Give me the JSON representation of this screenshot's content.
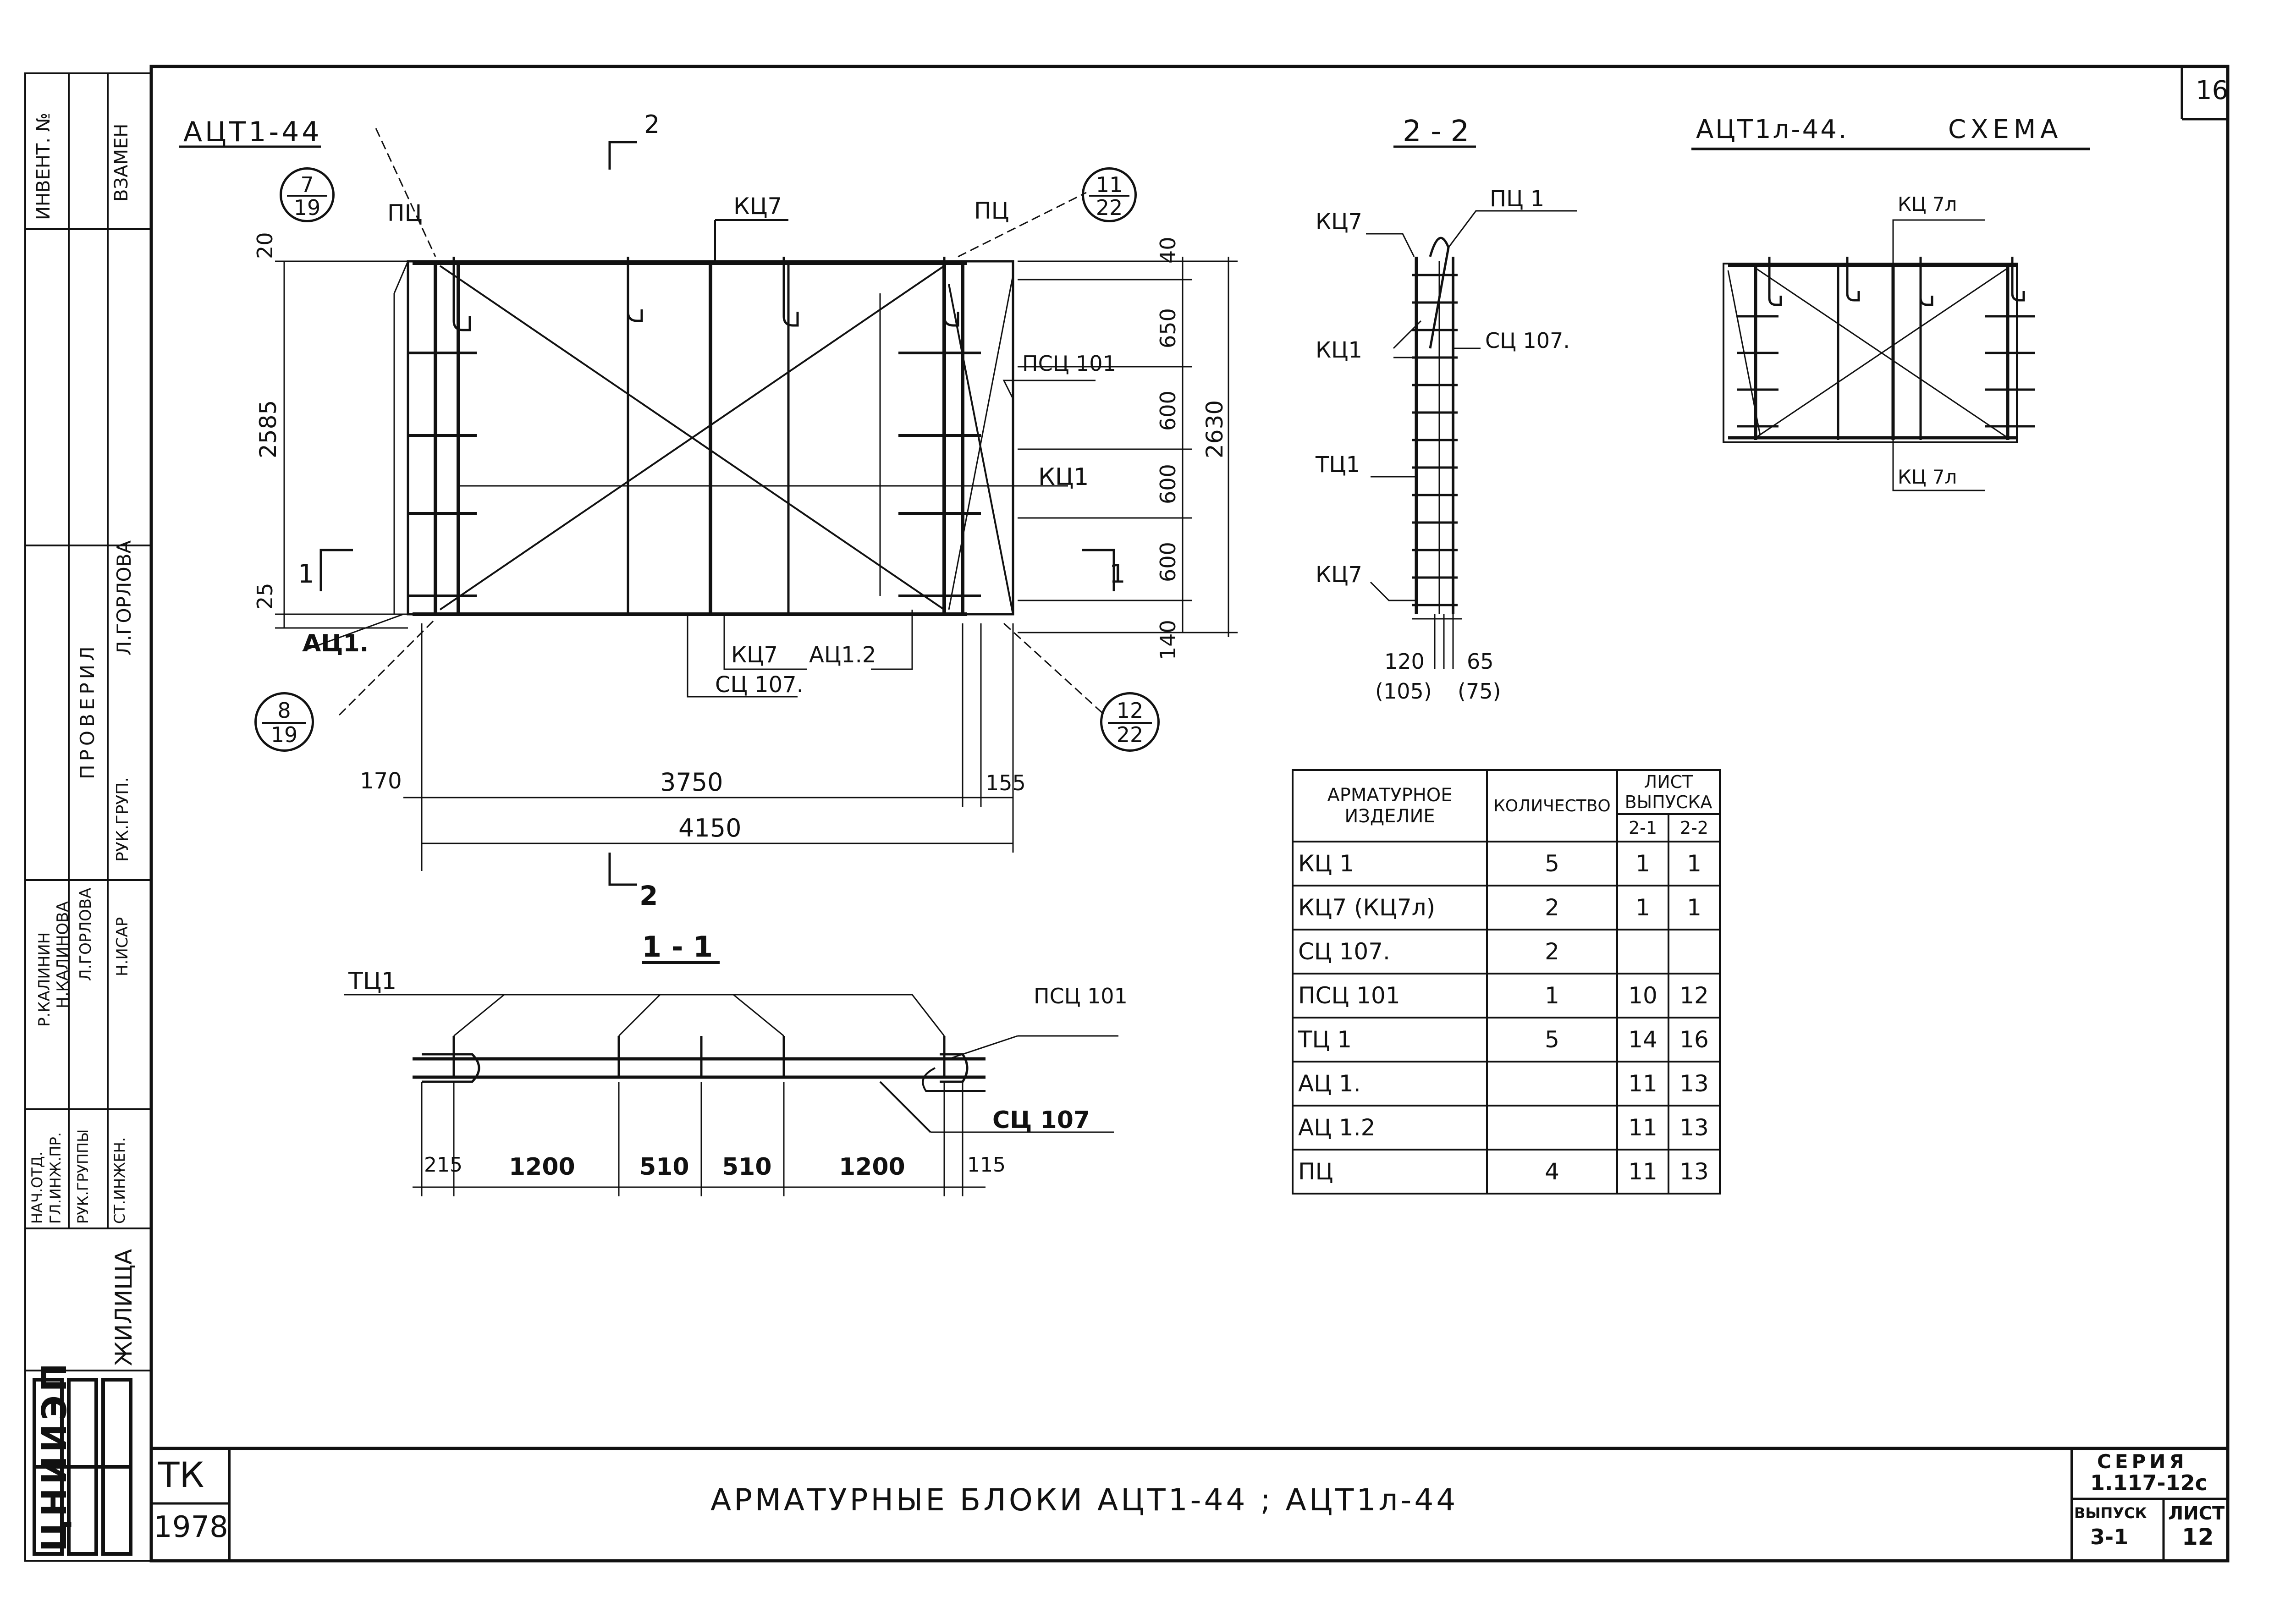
{
  "corner_sheet": "16",
  "views": {
    "main": "АЦТ1-44",
    "section_22": "2 - 2",
    "scheme": "АЦТ1л-44.",
    "scheme_word": "СХЕМА",
    "section_11": "1 - 1",
    "cut_num": "2",
    "cut_mark_1": "1",
    "cut_mark_1b": "1"
  },
  "main_labels": {
    "pc_left": "ПЦ",
    "pc_right": "ПЦ",
    "kc7_top": "КЦ7",
    "psc101": "ПСЦ 101",
    "kc1": "КЦ1",
    "ac1": "АЦ1.",
    "kc7_bottom": "КЦ7",
    "ac12": "АЦ1.2",
    "sc107": "СЦ 107."
  },
  "balloons": [
    {
      "top": "7",
      "bottom": "19"
    },
    {
      "top": "11",
      "bottom": "22"
    },
    {
      "top": "8",
      "bottom": "19"
    },
    {
      "top": "12",
      "bottom": "22"
    }
  ],
  "dims_main": {
    "d20": "20",
    "d2585": "2585",
    "d25": "25",
    "d40": "40",
    "d650": "650",
    "d600a": "600",
    "d600b": "600",
    "d600c": "600",
    "d140": "140",
    "d2630": "2630",
    "d170": "170",
    "d3750": "3750",
    "d155": "155",
    "d4150": "4150"
  },
  "section22_labels": {
    "kc7_top": "КЦ7",
    "pc1": "ПЦ 1",
    "kc1": "КЦ1",
    "sc107": "СЦ 107.",
    "tc1": "ТЦ1",
    "kc7_bottom": "КЦ7",
    "d120": "120",
    "d105": "(105)",
    "d65": "65",
    "d75": "(75)"
  },
  "scheme_labels": {
    "kc7l_top": "КЦ 7л",
    "kc7l_bottom": "КЦ 7л"
  },
  "section11_labels": {
    "tc1": "ТЦ1",
    "psc101": "ПСЦ 101",
    "sc107": "СЦ 107",
    "d215": "215",
    "d1200a": "1200",
    "d510a": "510",
    "d510b": "510",
    "d1200b": "1200",
    "d115": "115"
  },
  "spec_table": {
    "col_item": "АРМАТУРНОЕ ИЗДЕЛИЕ",
    "col_qty": "КОЛИЧЕСТВО",
    "col_sheet": "ЛИСТ ВЫПУСКА",
    "sub_a": "2-1",
    "sub_b": "2-2",
    "rows": [
      {
        "item": "КЦ 1",
        "qty": "5",
        "a": "1",
        "b": "1"
      },
      {
        "item": "КЦ7   (КЦ7л)",
        "qty": "2",
        "a": "1",
        "b": "1"
      },
      {
        "item": "СЦ 107.",
        "qty": "2",
        "a": "",
        "b": ""
      },
      {
        "item": "ПСЦ 101",
        "qty": "1",
        "a": "10",
        "b": "12"
      },
      {
        "item": "ТЦ 1",
        "qty": "5",
        "a": "14",
        "b": "16"
      },
      {
        "item": "АЦ 1.",
        "qty": "",
        "a": "11",
        "b": "13"
      },
      {
        "item": "АЦ 1.2",
        "qty": "",
        "a": "11",
        "b": "13"
      },
      {
        "item": "ПЦ",
        "qty": "4",
        "a": "11",
        "b": "13"
      }
    ]
  },
  "left_strip": {
    "inv": "ИНВЕНТ. №",
    "vzamen": "ВЗАМЕН",
    "proveril": "ПРОВЕРИЛ",
    "gorlova_top": "Л.ГОРЛОВА",
    "ruk_grup_top": "РУК.ГРУП.",
    "nach_otd": "НАЧ.ОТД.",
    "gl_inzh": "ГЛ.ИНЖ.ПР.",
    "ruk_grup": "РУК.ГРУППЫ",
    "st_inzh": "СТ.ИНЖЕН.",
    "name1": "Р.КАЛИНИН",
    "name2": "Н.КАЛИНОВА",
    "name3": "Л.ГОРЛОВА",
    "name4": "Н.ИСАР",
    "zhilishcha": "ЖИЛИЩА",
    "org_logo": "ЦНИИЭП"
  },
  "title_block": {
    "tk": "ТК",
    "year": "1978",
    "title": "АРМАТУРНЫЕ  БЛОКИ  АЦТ1-44    ; АЦТ1л-44",
    "seria_label": "СЕРИЯ",
    "seria": "1.117-12с",
    "vypusk_label": "ВЫПУСК",
    "vypusk": "3-1",
    "list_label": "ЛИСТ",
    "list": "12"
  }
}
